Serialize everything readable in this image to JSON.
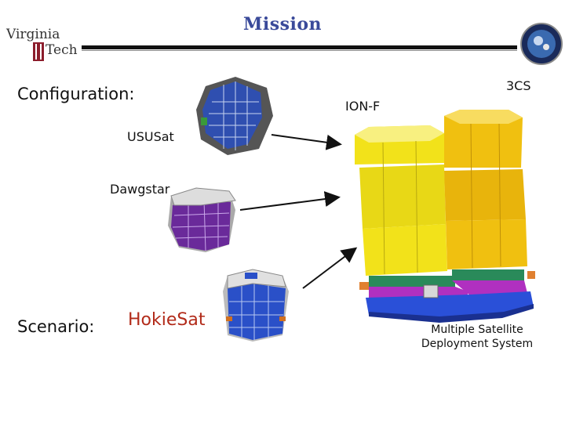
{
  "header": {
    "title": "Mission",
    "logo_line1": "Virginia",
    "logo_line2": "Tech"
  },
  "labels": {
    "configuration": "Configuration:",
    "scenario": "Scenario:",
    "usu_sat": "USUSat",
    "dawgstar": "Dawgstar",
    "hokie_sat": "HokieSat",
    "ion_f": "ION-F",
    "three_cs": "3CS",
    "msds_line1": "Multiple Satellite",
    "msds_line2": "Deployment System"
  },
  "colors": {
    "title": "#3a4a9a",
    "hokie": "#b22b1a",
    "yellow_stack": "#f2e21a",
    "orange_stack": "#f0c010",
    "purple_sat": "#6a2a9a",
    "blue_sat": "#2a50c8"
  }
}
